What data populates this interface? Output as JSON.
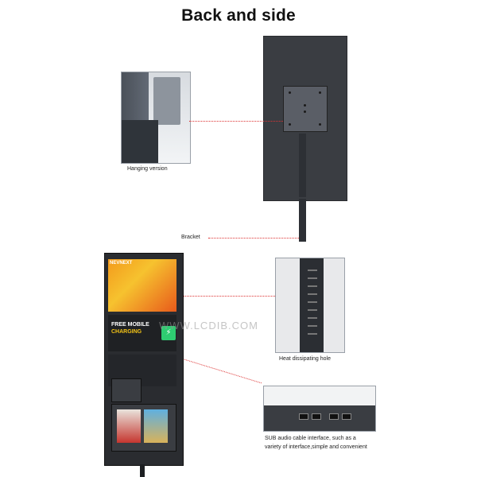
{
  "title": "Back and side",
  "captions": {
    "hanging": "Hanging version",
    "bracket": "Bracket",
    "heat": "Heat dissipating hole",
    "interface_line1": "SUB audio cable interface, such as a",
    "interface_line2": "variety of interface,simple and convenient"
  },
  "kiosk": {
    "logo": "NEVNEXT",
    "charge_line1": "FREE MOBILE",
    "charge_line2": "CHARGING"
  },
  "watermark": "WWW.LCDIB.COM",
  "colors": {
    "panel": "#3a3d42",
    "leader_line": "#dd3333"
  }
}
